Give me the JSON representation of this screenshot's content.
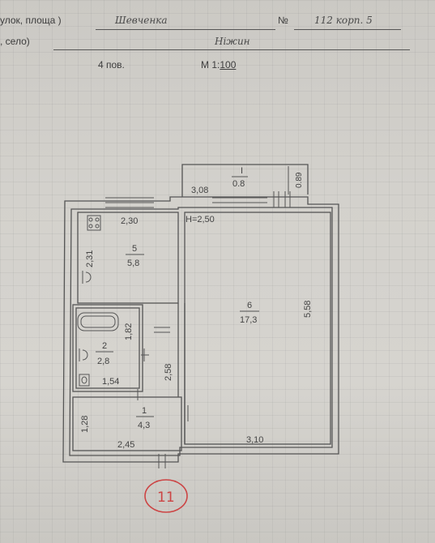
{
  "header": {
    "street_label": "улок, площа )",
    "street_value": "Шевченка",
    "number_mark": "№",
    "number_value": "112 корп. 5",
    "city_label": ", село)",
    "city_value": "Ніжин",
    "floor": "4 пов.",
    "scale_label": "М 1:",
    "scale_value": "100"
  },
  "plan": {
    "balcony": {
      "number": "I",
      "area": "0.8",
      "length": "3,08",
      "width": "0.89"
    },
    "room5": {
      "number": "5",
      "area": "5,8",
      "width": "2,30",
      "length": "2,31"
    },
    "room2": {
      "number": "2",
      "area": "2,8",
      "width": "1,54",
      "length": "1,82"
    },
    "room1": {
      "number": "1",
      "area": "4,3",
      "width": "2,45",
      "length": "1,28"
    },
    "room6": {
      "number": "6",
      "area": "17,3",
      "height": "Н=2,50",
      "width": "3,10",
      "length": "5,58"
    },
    "corridor_length": "2,58"
  },
  "stamp": {
    "text": "11"
  }
}
